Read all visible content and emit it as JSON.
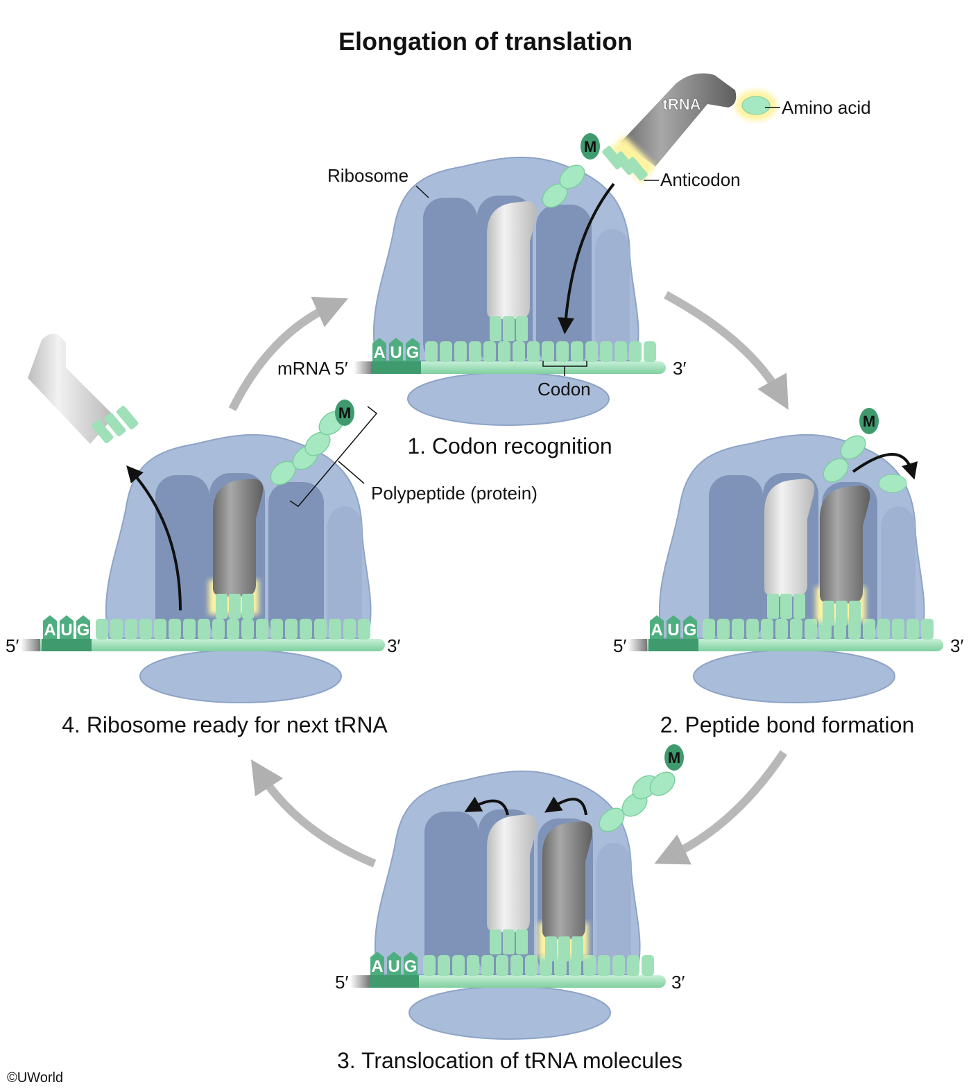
{
  "title": "Elongation of translation",
  "labels": {
    "ribosome": "Ribosome",
    "trna": "tRNA",
    "amino_acid": "Amino acid",
    "anticodon": "Anticodon",
    "mrna": "mRNA 5′",
    "codon": "Codon",
    "polypeptide": "Polypeptide (protein)",
    "five_prime": "5′",
    "three_prime": "3′",
    "start_codon": [
      "A",
      "U",
      "G"
    ],
    "methionine": "M"
  },
  "steps": [
    {
      "label": "1. Codon recognition"
    },
    {
      "label": "2. Peptide bond formation"
    },
    {
      "label": "3. Translocation of tRNA molecules"
    },
    {
      "label": "4. Ribosome ready for next tRNA"
    }
  ],
  "copyright": "©UWorld",
  "colors": {
    "ribosome": "#a9bcd9",
    "ribosome_dark": "#7e93b7",
    "mrna": "#9fe0b8",
    "mrna_dark": "#3f9a6e",
    "trna_light": "#d4d4d4",
    "trna_dark": "#7a7a7a",
    "amino_acid": "#a6e8c2",
    "arrow": "#b5b5b5"
  }
}
